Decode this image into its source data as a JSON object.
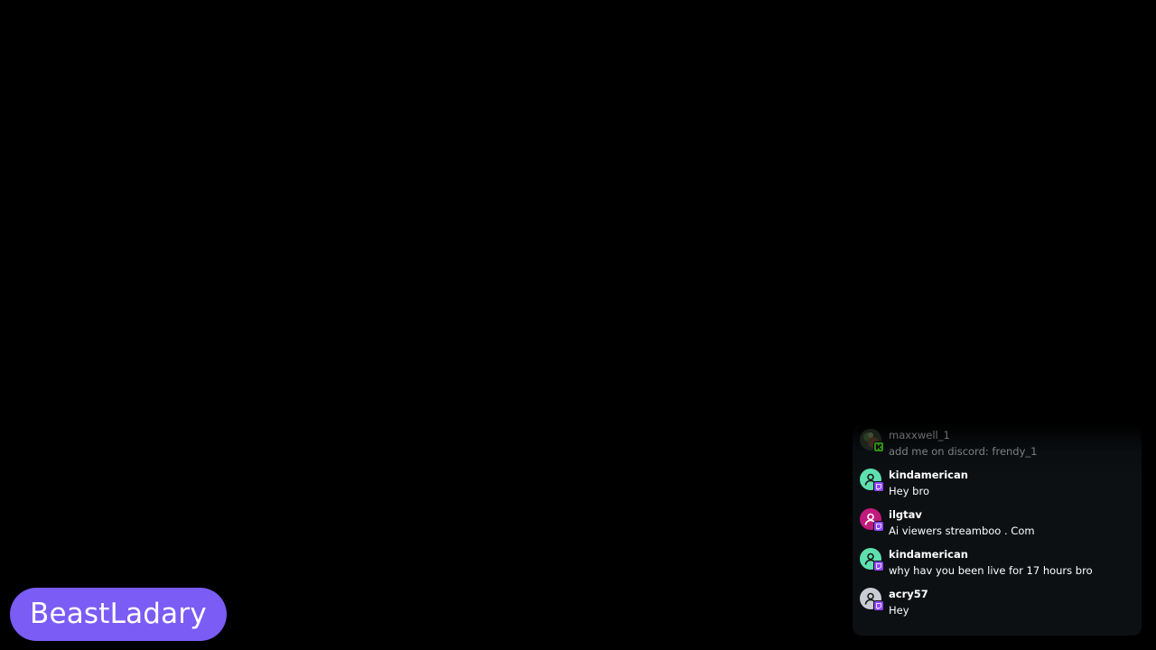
{
  "streamer": {
    "name": "BeastLadary",
    "pill_color": "#7b5cf5"
  },
  "chat": {
    "messages": [
      {
        "username": "maxxwell_1",
        "text": "add me on discord: frendy_1",
        "avatar": "photo",
        "platform": "kick",
        "avatar_color": "#3a4a36"
      },
      {
        "username": "kindamerican",
        "text": "Hey bro",
        "avatar": "default-user-icon",
        "platform": "twitch",
        "avatar_color": "#5fe0b0"
      },
      {
        "username": "ilgtav",
        "text": "Ai viewers streamboo . Com",
        "avatar": "default-user-icon",
        "platform": "twitch",
        "avatar_color": "#c2197c"
      },
      {
        "username": "kindamerican",
        "text": "why hav you been live for 17 hours bro",
        "avatar": "default-user-icon",
        "platform": "twitch",
        "avatar_color": "#5fe0b0"
      },
      {
        "username": "acry57",
        "text": "Hey",
        "avatar": "default-user-icon",
        "platform": "twitch",
        "avatar_color": "#c9ccd3"
      }
    ]
  }
}
